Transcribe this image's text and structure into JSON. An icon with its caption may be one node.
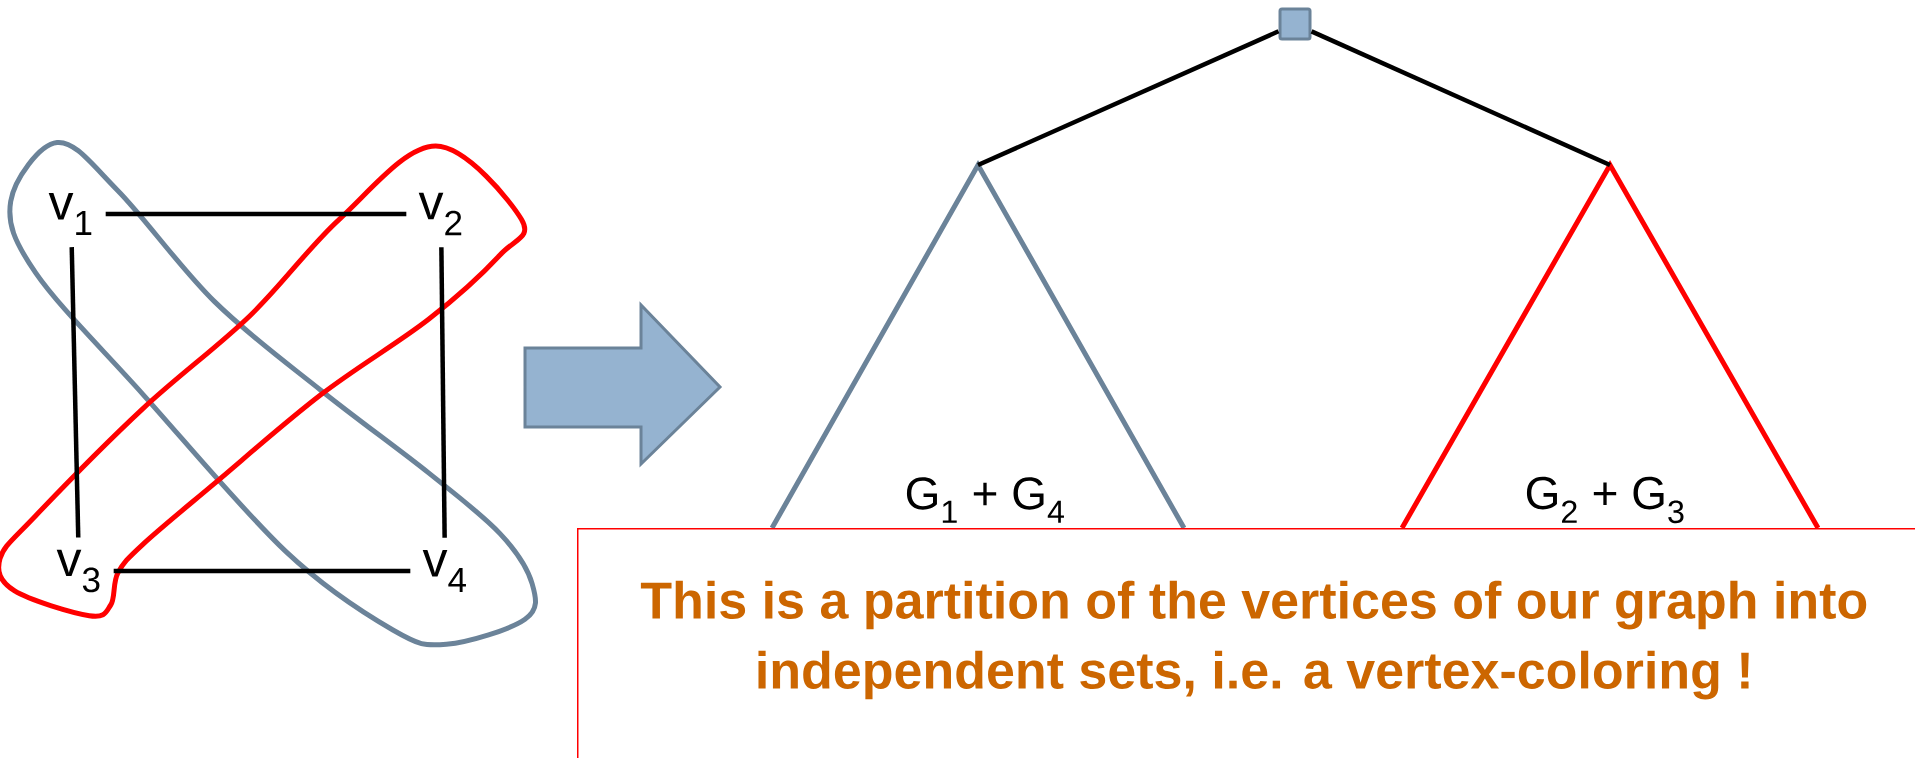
{
  "diagram": {
    "nodes": [
      {
        "text": [
          "v$_{1}$"
        ]
      },
      {
        "text": [
          "v$_{2}$"
        ]
      },
      {
        "text": [
          "v$_{3}$"
        ]
      },
      {
        "text": [
          "v$_{4}$"
        ]
      },
      {
        "text": [],
        "shape": "box"
      },
      {
        "text": [
          "G$_{1}$ + G$_{4}$"
        ]
      },
      {
        "text": [
          "G$_{2}$ + G$_{3}$"
        ]
      },
      {
        "text": [
          "This is a partition of the vertices of our graph into independent sets, i.e. a vertex-coloring !"
        ]
      }
    ],
    "edges": [
      {
        "from": 0,
        "to": 1,
        "arrow": "none"
      },
      {
        "from": 0,
        "to": 2,
        "arrow": "none"
      },
      {
        "from": 1,
        "to": 3,
        "arrow": "none"
      },
      {
        "from": 2,
        "to": 3,
        "arrow": "none"
      },
      {
        "from": 4,
        "to": 5,
        "arrow": "none"
      },
      {
        "from": 4,
        "to": 6,
        "arrow": "none"
      }
    ]
  }
}
